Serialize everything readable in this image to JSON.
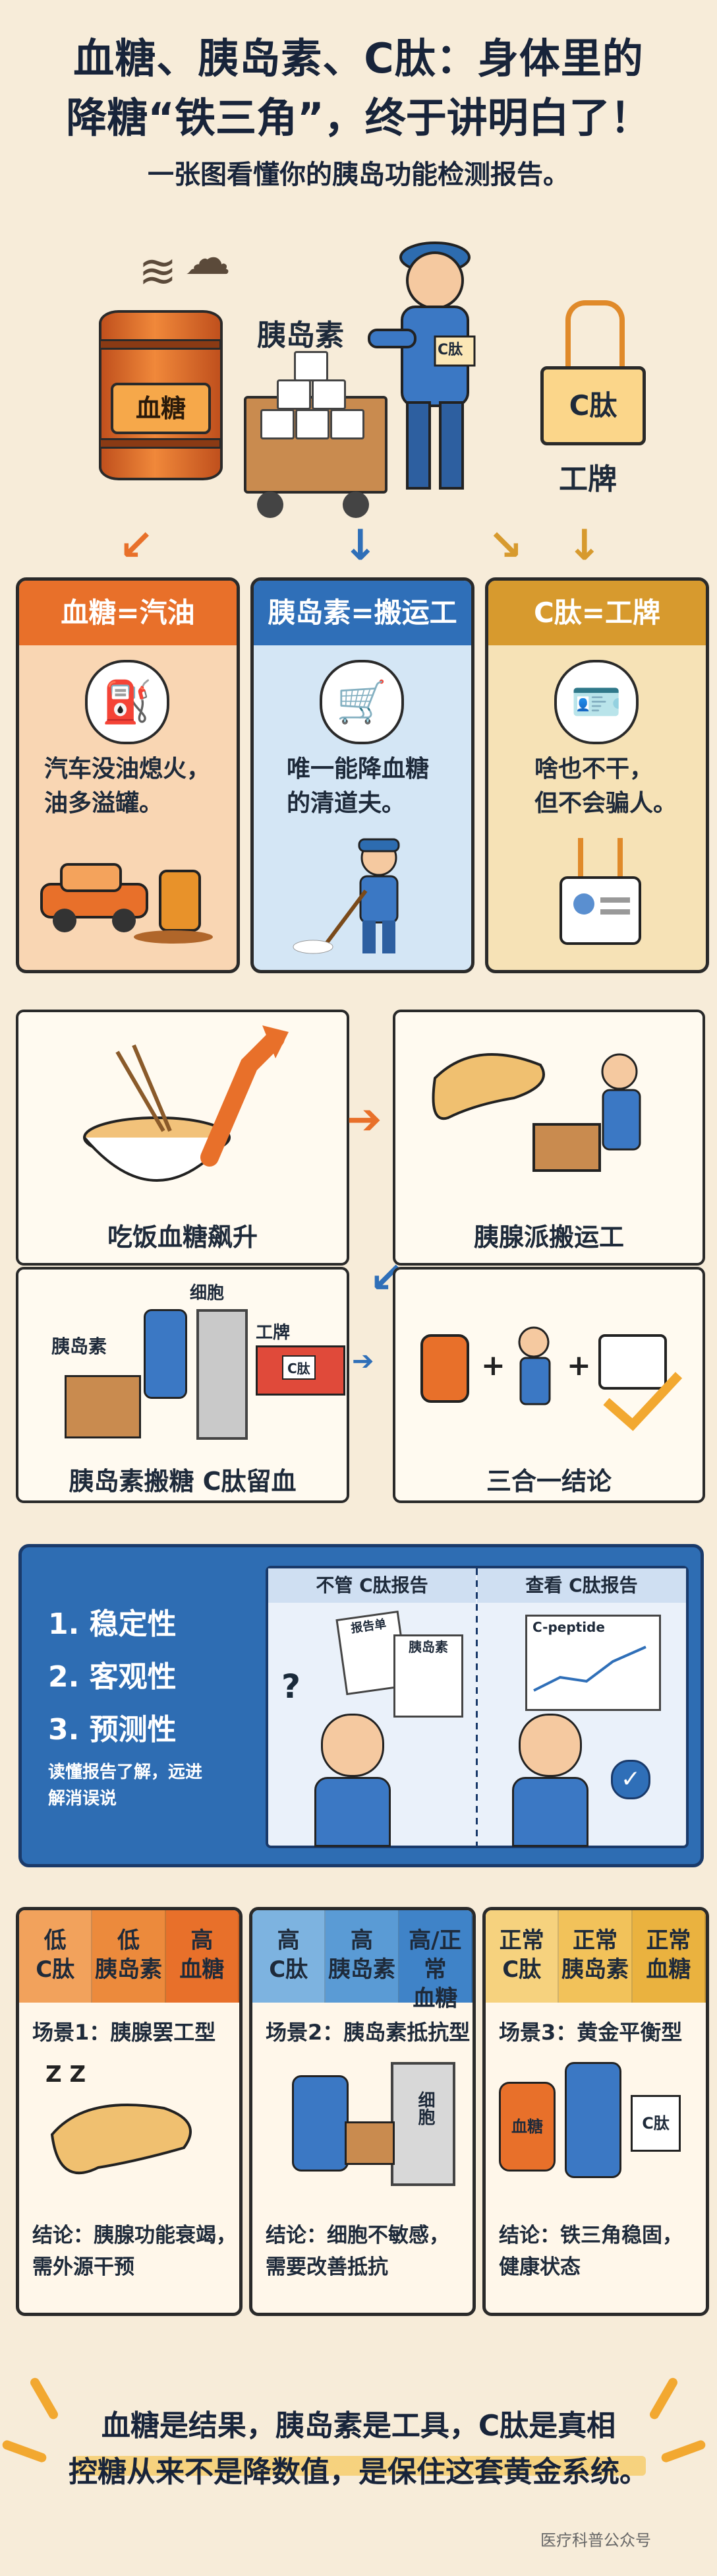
{
  "header": {
    "title_line1": "血糖、胰岛素、C肽：身体里的",
    "title_line2": "降糖“铁三角”，终于讲明白了！",
    "subtitle": "一张图看懂你的胰岛功能检测报告。"
  },
  "hero": {
    "barrel_label": "血糖",
    "insulin_label": "胰岛素",
    "cart_tag": "C肽",
    "badge_label": "C肽",
    "badge_caption": "工牌"
  },
  "cards": [
    {
      "title": "血糖=汽油",
      "text1": "汽车没油熄火，",
      "text2": "油多溢罐。",
      "color": "#e8702a",
      "bg": "#f9d6b3",
      "icon": "fuel-pump-icon"
    },
    {
      "title": "胰岛素=搬运工",
      "text1": "唯一能降血糖",
      "text2": "的清道夫。",
      "color": "#2f6fb8",
      "bg": "#d4e6f5",
      "icon": "shopping-cart-icon"
    },
    {
      "title": "C肽=工牌",
      "text1": "啥也不干，",
      "text2": "但不会骗人。",
      "color": "#d79a2e",
      "bg": "#f6e2b6",
      "icon": "id-card-icon"
    }
  ],
  "comic": {
    "p1_caption": "吃饭血糖飙升",
    "p2_caption": "胰腺派搬运工",
    "p3_caption": "胰岛素搬糖 C肽留血",
    "p3_label_cell": "细胞",
    "p3_label_insulin": "胰岛素",
    "p3_label_badge": "工牌",
    "p3_tag": "C肽",
    "p4_caption": "三合一结论"
  },
  "blue_section": {
    "points": [
      "1. 稳定性",
      "2. 客观性",
      "3. 预测性"
    ],
    "note_line1": "读懂报告了解，远进",
    "note_line2": "解消误说",
    "left_header": "不管 C肽报告",
    "right_header": "查看 C肽报告",
    "paper_label1": "报告单",
    "paper_label2": "胰岛素",
    "chart_label": "C-peptide"
  },
  "scenarios": [
    {
      "headers": [
        "低\nC肽",
        "低\n胰岛素",
        "高\n血糖"
      ],
      "header_colors": [
        "#f2a25c",
        "#ec8a3c",
        "#e8702a"
      ],
      "subtitle": "场景1：胰腺罢工型",
      "con1": "结论：胰腺功能衰竭，",
      "con2": "需外源干预"
    },
    {
      "headers": [
        "高\nC肽",
        "高\n胰岛素",
        "高/正常\n血糖"
      ],
      "header_colors": [
        "#7db3e0",
        "#5a9bd5",
        "#3f83c8"
      ],
      "subtitle": "场景2：胰岛素抵抗型",
      "con1": "结论：细胞不敏感，",
      "con2": "需要改善抵抗",
      "door_label": "细胞"
    },
    {
      "headers": [
        "正常\nC肽",
        "正常\n胰岛素",
        "正常\n血糖"
      ],
      "header_colors": [
        "#f6d27e",
        "#f2c25a",
        "#eab23f"
      ],
      "subtitle": "场景3：黄金平衡型",
      "con1": "结论：铁三角稳固，",
      "con2": "健康状态",
      "barrel_label": "血糖",
      "badge_label": "C肽"
    }
  ],
  "footer": {
    "line1": "血糖是结果，胰岛素是工具，C肽是真相",
    "line2": "控糖从来不是降数值，是保住这套黄金系统。",
    "watermark": "医疗科普公众号"
  }
}
